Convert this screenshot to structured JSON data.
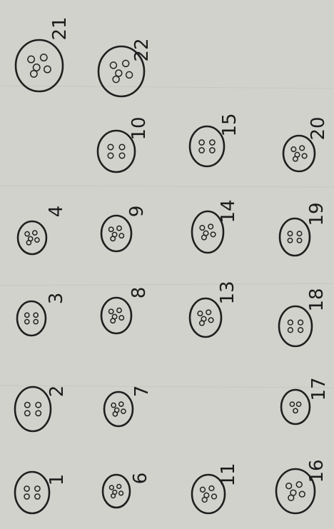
{
  "page": {
    "background": "#d2d2cd",
    "ink": "#1f1f1f"
  },
  "buttons": [
    {
      "label": "1",
      "holes": 4
    },
    {
      "label": "2",
      "holes": 4
    },
    {
      "label": "3",
      "holes": 4
    },
    {
      "label": "4",
      "holes": 5
    },
    {
      "label": "6",
      "holes": 5
    },
    {
      "label": "7",
      "holes": 5
    },
    {
      "label": "8",
      "holes": 5
    },
    {
      "label": "9",
      "holes": 5
    },
    {
      "label": "10",
      "holes": 4
    },
    {
      "label": "11",
      "holes": 5
    },
    {
      "label": "13",
      "holes": 5
    },
    {
      "label": "14",
      "holes": 5
    },
    {
      "label": "15",
      "holes": 4
    },
    {
      "label": "16",
      "holes": 5
    },
    {
      "label": "17",
      "holes": 3
    },
    {
      "label": "18",
      "holes": 4
    },
    {
      "label": "19",
      "holes": 4
    },
    {
      "label": "20",
      "holes": 5
    },
    {
      "label": "21",
      "holes": 5
    },
    {
      "label": "22",
      "holes": 5
    }
  ]
}
